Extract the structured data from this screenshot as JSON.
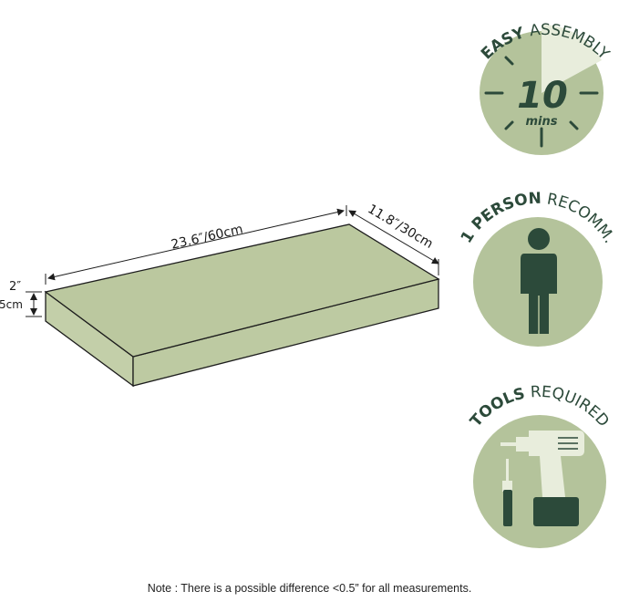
{
  "colors": {
    "shelf_top": "#bbc89f",
    "shelf_side": "#c3cfa9",
    "shelf_stroke": "#1d1d1d",
    "badge_fill": "#b4c39b",
    "badge_dark": "#2c4a3a",
    "badge_light": "#e8eddc",
    "text": "#1a1a1a"
  },
  "dimensions": {
    "length": "23.6″/60cm",
    "width": "11.8″/30cm",
    "height_in": "2″",
    "height_cm": "5cm"
  },
  "badges": {
    "assembly": {
      "bold": "EASY",
      "rest": "ASSEMBLY",
      "number": "10",
      "unit": "mins",
      "icon": "stopwatch-icon"
    },
    "person": {
      "bold": "1 PERSON",
      "rest": "RECOMM.",
      "icon": "person-icon"
    },
    "tools": {
      "bold": "TOOLS",
      "rest": "REQUIRED",
      "icon": "drill-screwdriver-icon"
    }
  },
  "note": "Note : There is a possible difference <0.5” for all measurements."
}
